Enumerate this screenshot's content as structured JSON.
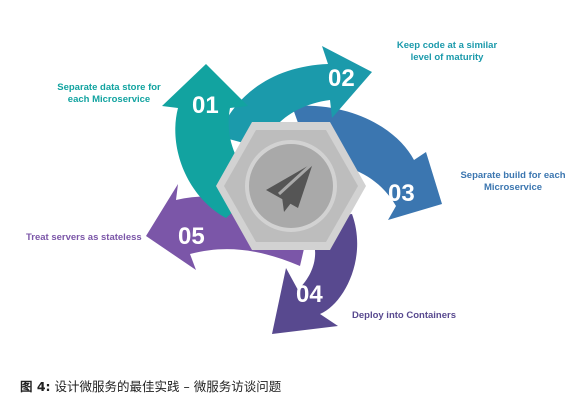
{
  "colors": {
    "step1": "#12a3a0",
    "step2": "#1b9aab",
    "step3": "#3b76b0",
    "step4": "#58498f",
    "step5": "#7b56a8",
    "hex_outer": "#d2d2d2",
    "hex_inner": "#bdbdbd",
    "circle": "#a9a9a9",
    "icon": "#555555"
  },
  "center_icon": "paper-plane-icon",
  "steps": [
    {
      "number": "01",
      "label_lines": [
        "Separate data store for",
        "each Microservice"
      ]
    },
    {
      "number": "02",
      "label_lines": [
        "Keep code at a similar",
        "level of maturity"
      ]
    },
    {
      "number": "03",
      "label_lines": [
        "Separate build for each",
        "Microservice"
      ]
    },
    {
      "number": "04",
      "label_lines": [
        "Deploy into Containers"
      ]
    },
    {
      "number": "05",
      "label_lines": [
        "Treat servers as stateless"
      ]
    }
  ],
  "caption": {
    "figure": "图 4:",
    "text": "设计微服务的最佳实践 – 微服务访谈问题"
  }
}
